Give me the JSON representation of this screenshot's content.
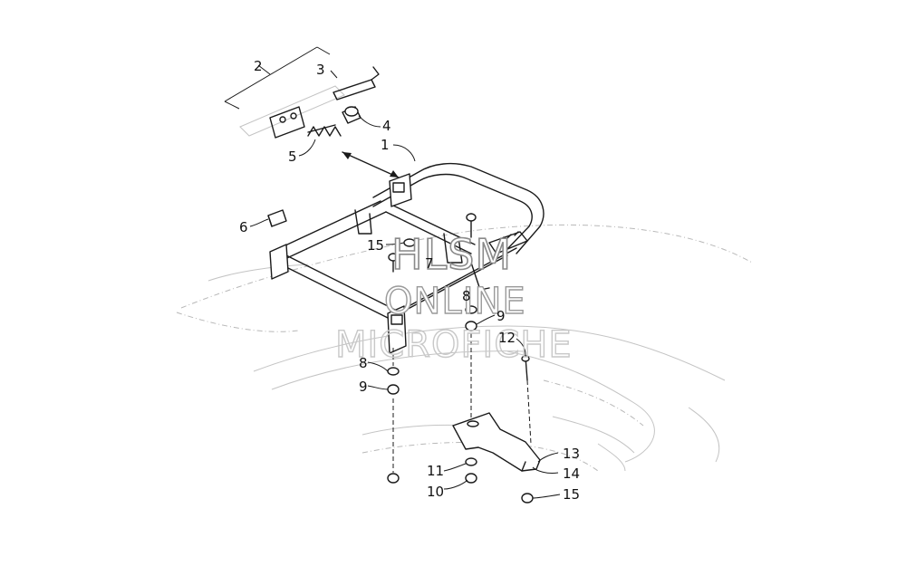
{
  "callouts": [
    {
      "id": "c1",
      "text": "1"
    },
    {
      "id": "c2",
      "text": "2"
    },
    {
      "id": "c3",
      "text": "3"
    },
    {
      "id": "c4",
      "text": "4"
    },
    {
      "id": "c5",
      "text": "5"
    },
    {
      "id": "c6",
      "text": "6"
    },
    {
      "id": "c7",
      "text": "7"
    },
    {
      "id": "c8a",
      "text": "8"
    },
    {
      "id": "c8b",
      "text": "8"
    },
    {
      "id": "c9a",
      "text": "9"
    },
    {
      "id": "c9b",
      "text": "9"
    },
    {
      "id": "c10",
      "text": "10"
    },
    {
      "id": "c11",
      "text": "11"
    },
    {
      "id": "c12",
      "text": "12"
    },
    {
      "id": "c13",
      "text": "13"
    },
    {
      "id": "c14",
      "text": "14"
    },
    {
      "id": "c15a",
      "text": "15"
    },
    {
      "id": "c15b",
      "text": "15"
    }
  ],
  "watermark": {
    "line1": "HLSM",
    "line2": "ONLINE",
    "line3": "MICROFICHE"
  },
  "colors": {
    "ink": "#1a1a1a",
    "background": "#ffffff",
    "watermark": "#8a8a8a"
  }
}
